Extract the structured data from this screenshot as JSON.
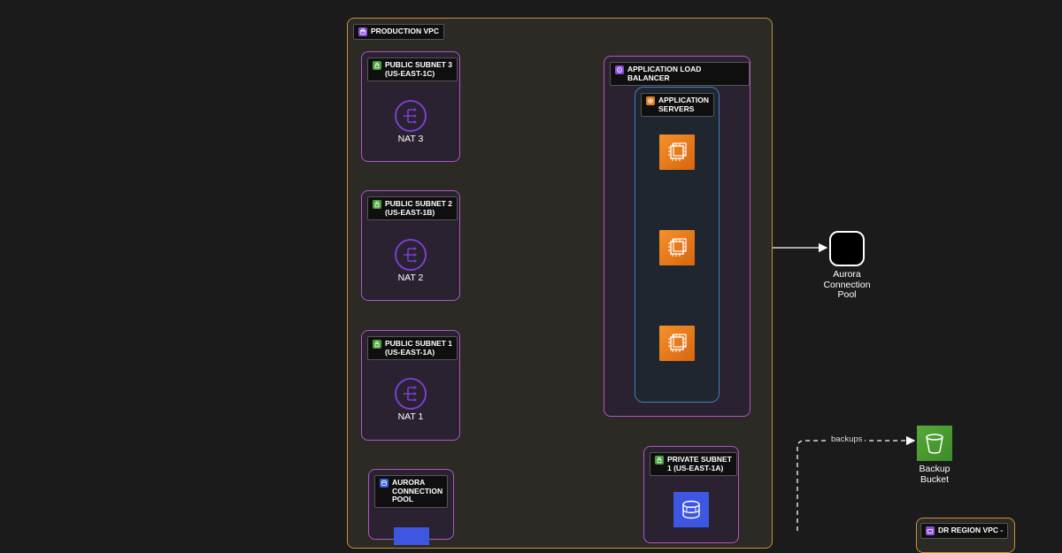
{
  "groups": {
    "vpc": "PRODUCTION VPC",
    "subnet3": "PUBLIC SUBNET 3\n(US-EAST-1C)",
    "subnet2": "PUBLIC SUBNET 2\n(US-EAST-1B)",
    "subnet1": "PUBLIC SUBNET 1\n(US-EAST-1A)",
    "alb": "APPLICATION LOAD BALANCER",
    "asg": "APPLICATION\nSERVERS",
    "aurora_pool_group": "AURORA\nCONNECTION\nPOOL",
    "private_subnet": "PRIVATE SUBNET\n1 (US-EAST-1A)",
    "dr_vpc": "DR REGION VPC -"
  },
  "nodes": {
    "nat3": "NAT 3",
    "nat2": "NAT 2",
    "nat1": "NAT 1",
    "aurora_pool": "Aurora\nConnection\nPool",
    "backup_bucket": "Backup\nBucket"
  },
  "edges": {
    "backups": "backups"
  },
  "icons": {
    "vpc": "vpc-icon",
    "subnet": "lock-icon",
    "alb": "load-balancer-icon",
    "asg": "auto-scaling-icon",
    "nat": "nat-gateway-icon",
    "ec2": "ec2-instance-icon",
    "s3": "s3-bucket-icon",
    "db": "database-icon"
  },
  "colors": {
    "background": "#1b1b1b",
    "vpc_border": "#c8913b",
    "subnet_border": "#b255c6",
    "asg_border": "#3f7fbf",
    "ec2": "#f08a24",
    "s3": "#4d9c35",
    "nat": "#7b3fd0",
    "db": "#3d57e2"
  }
}
